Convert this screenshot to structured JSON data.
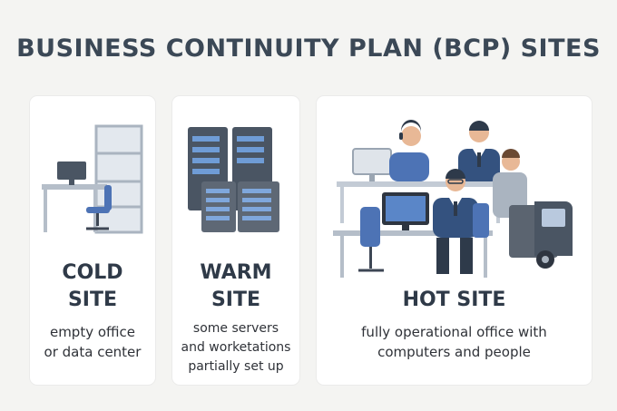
{
  "title": "BUSINESS CONTINUITY PLAN (BCP) SITES",
  "sites": [
    {
      "heading_line1": "COLD",
      "heading_line2": "SITE",
      "desc_line1": "empty office",
      "desc_line2": "or data center"
    },
    {
      "heading_line1": "WARM",
      "heading_line2": "SITE",
      "desc_line1": "some servers",
      "desc_line2": "and worketations",
      "desc_line3": "partially set up"
    },
    {
      "heading": "HOT SITE",
      "desc_line1": "fully operational office with",
      "desc_line2": "computers and people"
    }
  ],
  "colors": {
    "title": "#3b4856",
    "heading": "#2f3a48",
    "card_bg": "#ffffff",
    "page_bg": "#f4f4f2",
    "accent_blue": "#3f63a6",
    "server_gray": "#5b6470"
  },
  "icons": [
    "office-desk-icon",
    "server-rack-icon",
    "office-people-icon",
    "delivery-truck-icon"
  ]
}
